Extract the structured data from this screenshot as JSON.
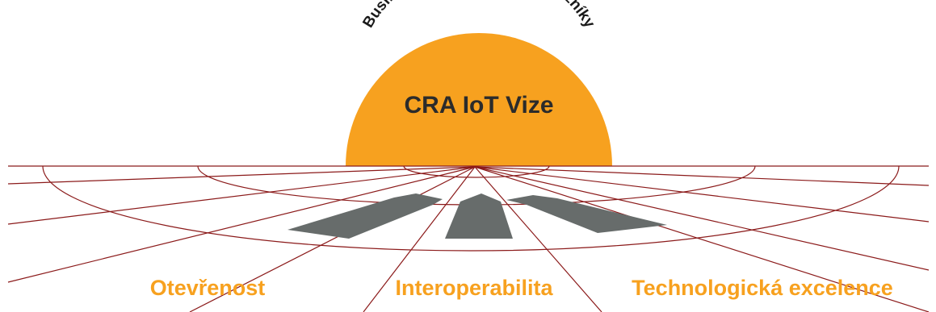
{
  "vision": {
    "arc_text": "Business přínos pro naše zákazníky",
    "title": "CRA IoT Vize"
  },
  "pillars": [
    {
      "label": "Otevřenost"
    },
    {
      "label": "Interoperabilita"
    },
    {
      "label": "Technologická excelence"
    }
  ],
  "colors": {
    "sun": "#f7a11f",
    "grid": "#8b1a1a",
    "arrows": "#676c6b",
    "labels": "#f7a11f",
    "title": "#2b2b2b"
  }
}
